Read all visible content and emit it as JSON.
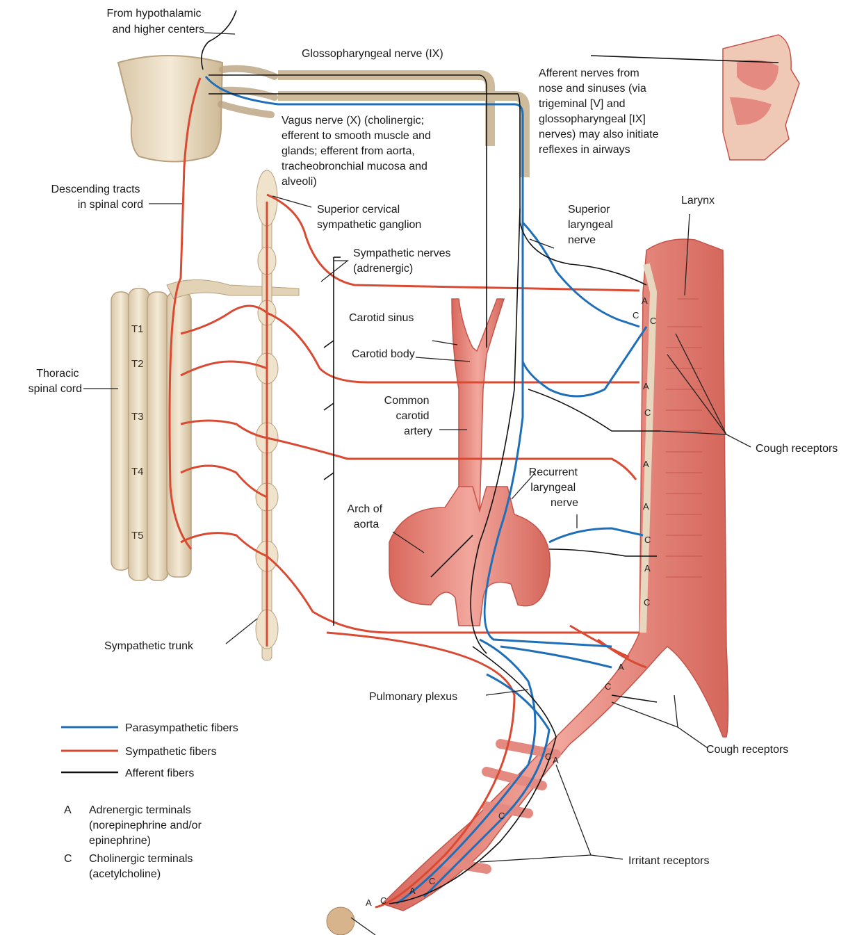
{
  "labels": {
    "hypothalamic": [
      "From hypothalamic",
      "and higher centers"
    ],
    "glossopharyngeal": "Glossopharyngeal nerve (IX)",
    "afferent_nose": [
      "Afferent nerves from",
      "nose and sinuses (via",
      "trigeminal [V] and",
      "glossopharyngeal [IX]",
      "nerves) may also initiate",
      "reflexes in airways"
    ],
    "vagus": [
      "Vagus nerve (X) (cholinergic;",
      "efferent to smooth muscle and",
      "glands; efferent from aorta,",
      "tracheobronchial mucosa and",
      "alveoli)"
    ],
    "descending": [
      "Descending tracts",
      "in spinal cord"
    ],
    "superior_cervical": [
      "Superior cervical",
      "sympathetic ganglion"
    ],
    "superior_laryngeal": [
      "Superior",
      "laryngeal",
      "nerve"
    ],
    "larynx": "Larynx",
    "sympathetic_nerves": [
      "Sympathetic nerves",
      "(adrenergic)"
    ],
    "carotid_sinus": "Carotid sinus",
    "carotid_body": "Carotid body",
    "thoracic_cord": [
      "Thoracic",
      "spinal cord"
    ],
    "common_carotid": [
      "Common",
      "carotid",
      "artery"
    ],
    "cough_receptors_upper": "Cough receptors",
    "recurrent_laryngeal": [
      "Recurrent",
      "laryngeal",
      "nerve"
    ],
    "arch_aorta": [
      "Arch of",
      "aorta"
    ],
    "sympathetic_trunk": "Sympathetic trunk",
    "pulmonary_plexus": "Pulmonary plexus",
    "cough_receptors_lower": "Cough receptors",
    "irritant_receptors": "Irritant receptors"
  },
  "segments": [
    "T1",
    "T2",
    "T3",
    "T4",
    "T5"
  ],
  "terminals": {
    "adrenergic": "A",
    "cholinergic": "C"
  },
  "legend": {
    "fibers": [
      {
        "label": "Parasympathetic fibers",
        "color": "#1f6fb8"
      },
      {
        "label": "Sympathetic fibers",
        "color": "#d94a33"
      },
      {
        "label": "Afferent fibers",
        "color": "#111111"
      }
    ],
    "terminals": [
      {
        "key": "A",
        "lines": [
          "Adrenergic terminals",
          "(norepinephrine and/or",
          "epinephrine)"
        ]
      },
      {
        "key": "C",
        "lines": [
          "Cholinergic terminals",
          "(acetylcholine)"
        ]
      }
    ]
  },
  "colors": {
    "parasympathetic": "#1f6fb8",
    "sympathetic": "#d94a33",
    "afferent": "#111111",
    "bone": "#efe3cc",
    "bone_edge": "#b9a17f",
    "tissue": "#e58a80",
    "tissue_dark": "#c4544a"
  }
}
